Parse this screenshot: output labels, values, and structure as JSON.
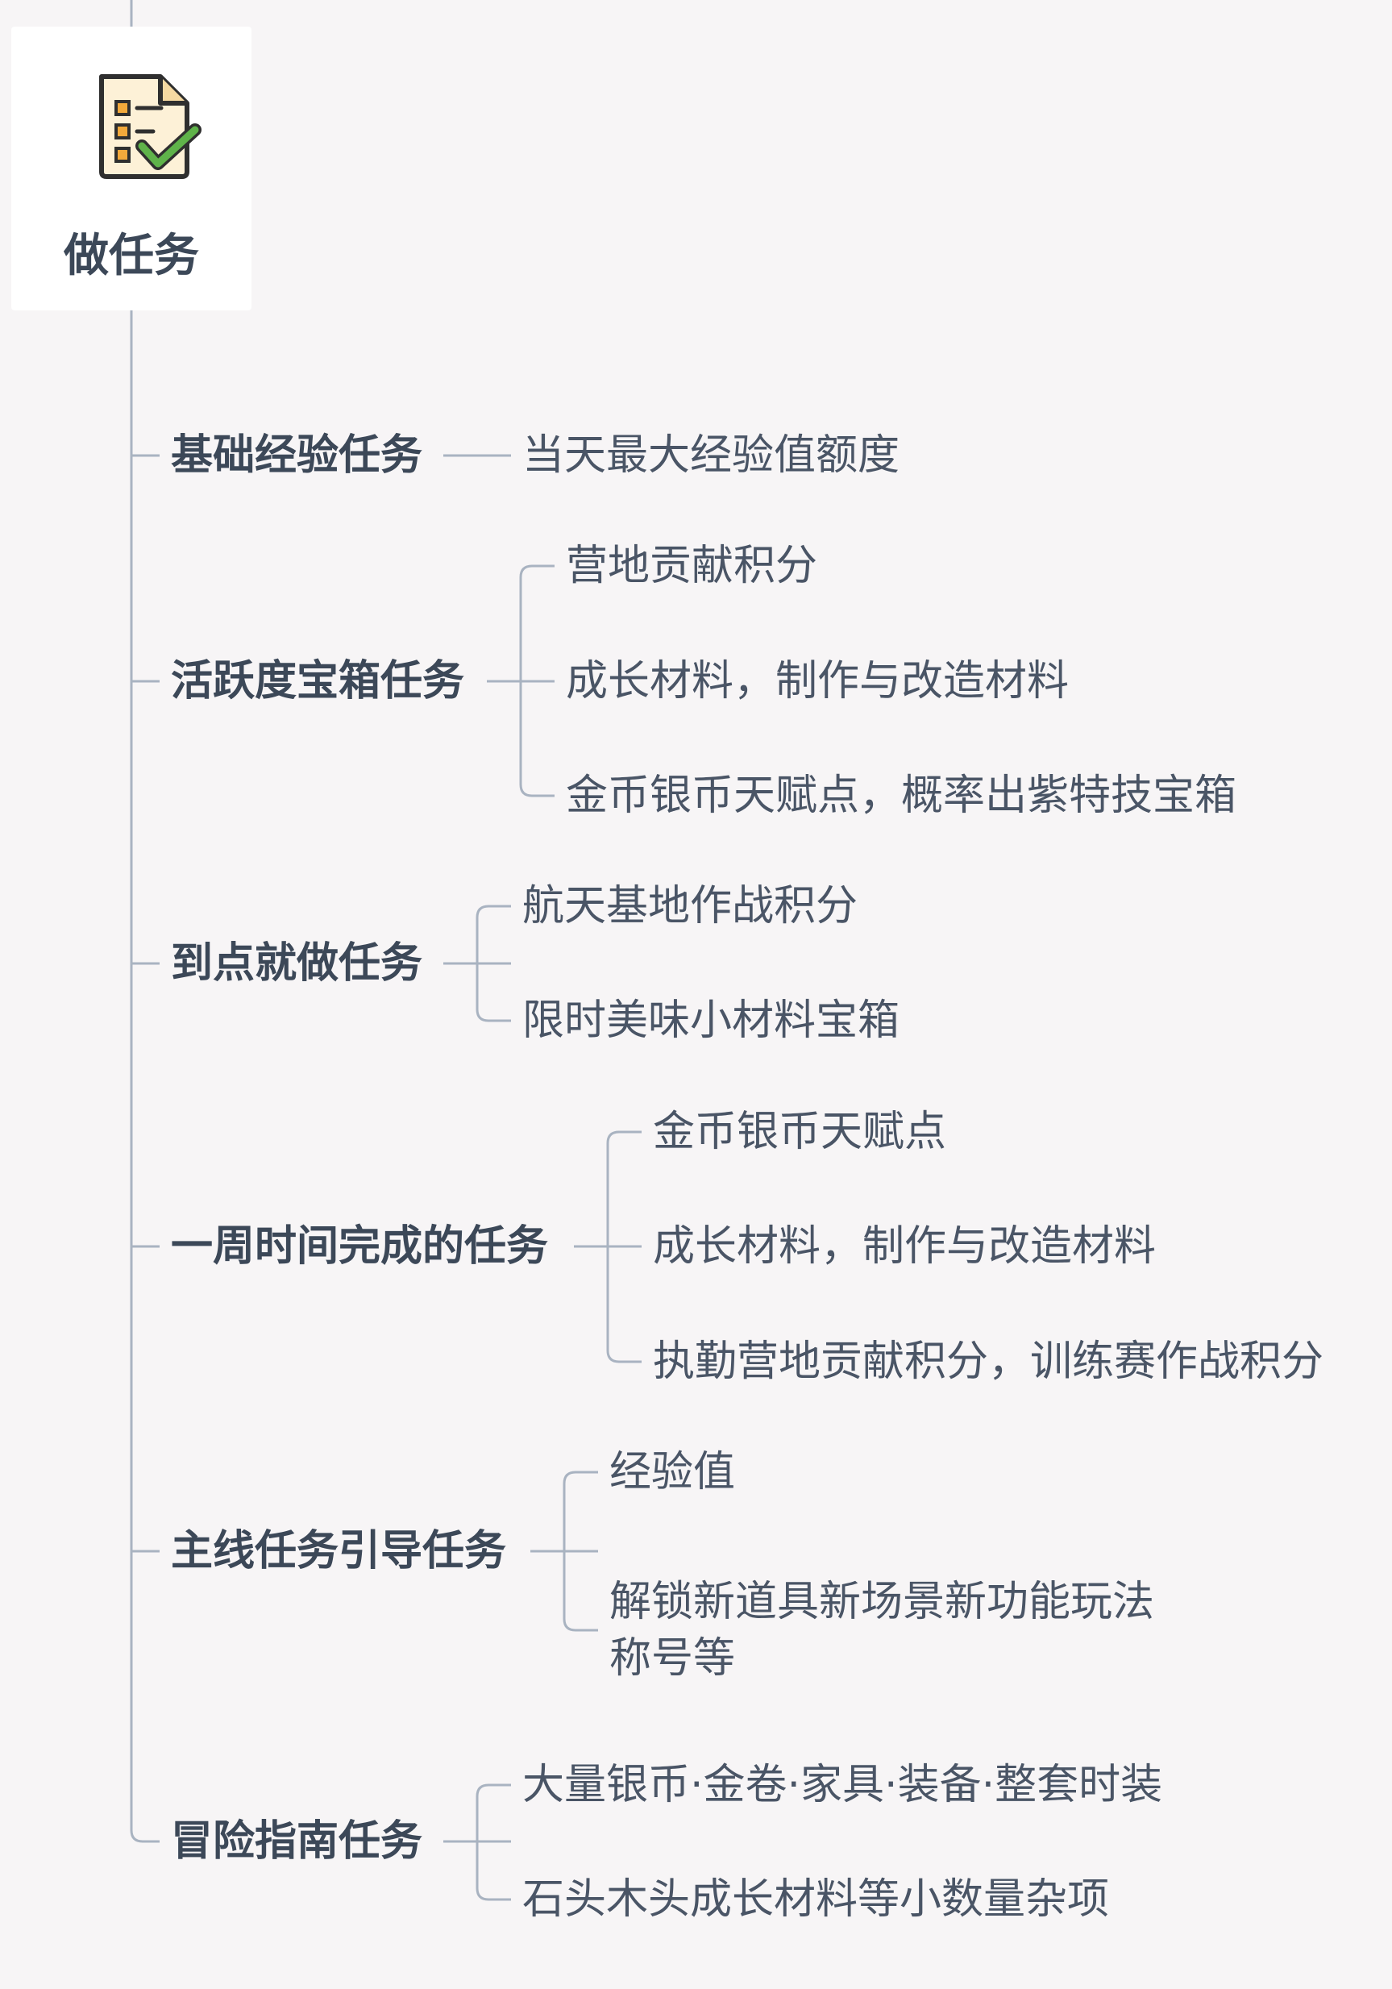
{
  "root": {
    "title": "做任务",
    "icon": "task-checklist-icon"
  },
  "branches": [
    {
      "label": "基础经验任务",
      "children": [
        "当天最大经验值额度"
      ]
    },
    {
      "label": "活跃度宝箱任务",
      "children": [
        "营地贡献积分",
        "成长材料，制作与改造材料",
        "金币银币天赋点，概率出紫特技宝箱"
      ]
    },
    {
      "label": "到点就做任务",
      "children": [
        "航天基地作战积分",
        "限时美味小材料宝箱"
      ]
    },
    {
      "label": "一周时间完成的任务",
      "children": [
        "金币银币天赋点",
        "成长材料，制作与改造材料",
        "执勤营地贡献积分，训练赛作战积分"
      ]
    },
    {
      "label": "主线任务引导任务",
      "children": [
        "经验值",
        "解锁新道具新场景新功能玩法\n称号等"
      ]
    },
    {
      "label": "冒险指南任务",
      "children": [
        "大量银币·金卷·家具·装备·整套时装",
        "石头木头成长材料等小数量杂项"
      ]
    }
  ],
  "colors": {
    "line": "#a9b3c1",
    "text_bold": "#3c4858",
    "text": "#4a5566",
    "background": "#f7f5f6"
  }
}
